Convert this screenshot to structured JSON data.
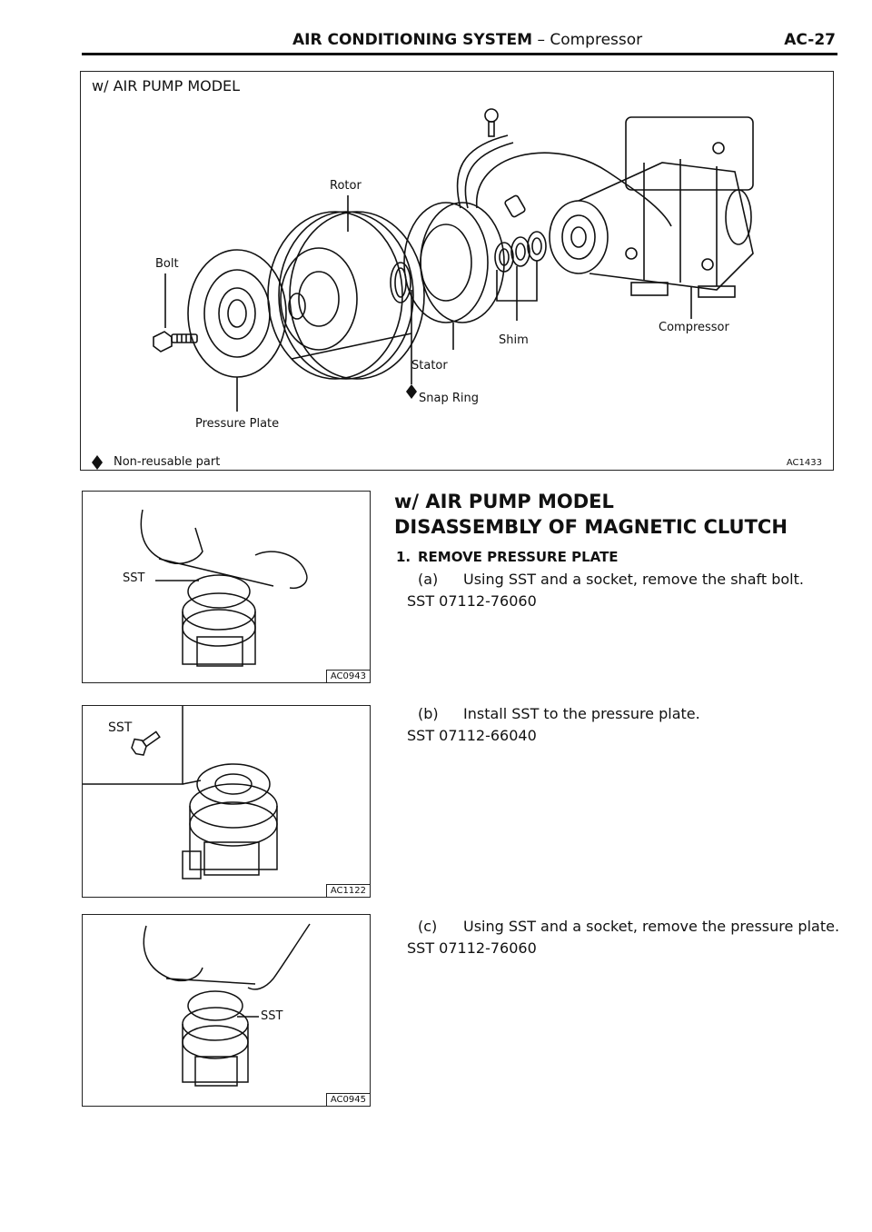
{
  "header": {
    "section": "AIR CONDITIONING SYSTEM",
    "separator": "–",
    "subsection": "Compressor",
    "page_code": "AC-27"
  },
  "main_figure": {
    "caption": "w/ AIR PUMP MODEL",
    "labels": {
      "rotor": "Rotor",
      "bolt": "Bolt",
      "shim": "Shim",
      "compressor": "Compressor",
      "stator": "Stator",
      "snap_ring": "Snap Ring",
      "pressure_plate": "Pressure Plate"
    },
    "legend": "Non-reusable part",
    "figure_code": "AC1433"
  },
  "side_figures": [
    {
      "sst_label": "SST",
      "figure_code": "AC0943"
    },
    {
      "sst_label": "SST",
      "figure_code": "AC1122"
    },
    {
      "sst_label": "SST",
      "figure_code": "AC0945"
    }
  ],
  "instructions": {
    "model": "w/ AIR PUMP MODEL",
    "title": "DISASSEMBLY OF MAGNETIC CLUTCH",
    "step1": {
      "number": "1.",
      "title": "REMOVE PRESSURE PLATE",
      "a": {
        "label": "(a)",
        "text": "Using SST and a socket, remove the shaft bolt.",
        "sst": "SST 07112-76060"
      },
      "b": {
        "label": "(b)",
        "text": "Install SST to the pressure plate.",
        "sst": "SST 07112-66040"
      },
      "c": {
        "label": "(c)",
        "text": "Using SST and a socket, remove the pressure plate.",
        "sst": "SST 07112-76060"
      }
    }
  }
}
